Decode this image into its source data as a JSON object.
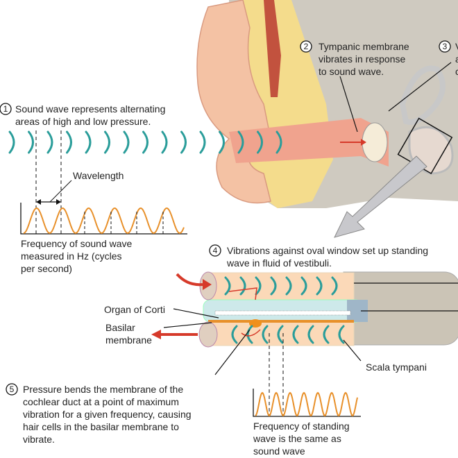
{
  "colors": {
    "wave": "#2a9d9a",
    "plot": "#e8902a",
    "arrow": "#d63a2a",
    "skin": "#f4c2a4",
    "bone": "#cfcac0",
    "fat": "#f4dc8c",
    "fluid": "#fbd9b8",
    "duct": "#cde9ea"
  },
  "steps": [
    {
      "number": "1",
      "lines": [
        "Sound wave represents alternating",
        "areas of high and low pressure."
      ]
    },
    {
      "number": "2",
      "lines": [
        "Tympanic membrane",
        "vibrates in response",
        "to sound wave."
      ]
    },
    {
      "number": "3",
      "lines": [
        "V",
        "a",
        "c"
      ]
    },
    {
      "number": "4",
      "lines": [
        "Vibrations against oval window set up standing",
        "wave in fluid of vestibuli."
      ]
    },
    {
      "number": "5",
      "lines": [
        "Pressure bends the membrane of the",
        "cochlear duct at a point of maximum",
        "vibration for a given frequency, causing",
        "hair cells in the basilar membrane to",
        "vibrate."
      ]
    }
  ],
  "labels": {
    "wavelength": "Wavelength",
    "freq_sound": [
      "Frequency of sound wave",
      "measured in Hz (cycles",
      "per second)"
    ],
    "organ_of_corti": "Organ of Corti",
    "basilar": [
      "Basilar",
      "membrane"
    ],
    "scala_tympani": "Scala tympani",
    "freq_standing": [
      "Frequency of standing",
      "wave is the same as",
      "sound wave"
    ]
  }
}
